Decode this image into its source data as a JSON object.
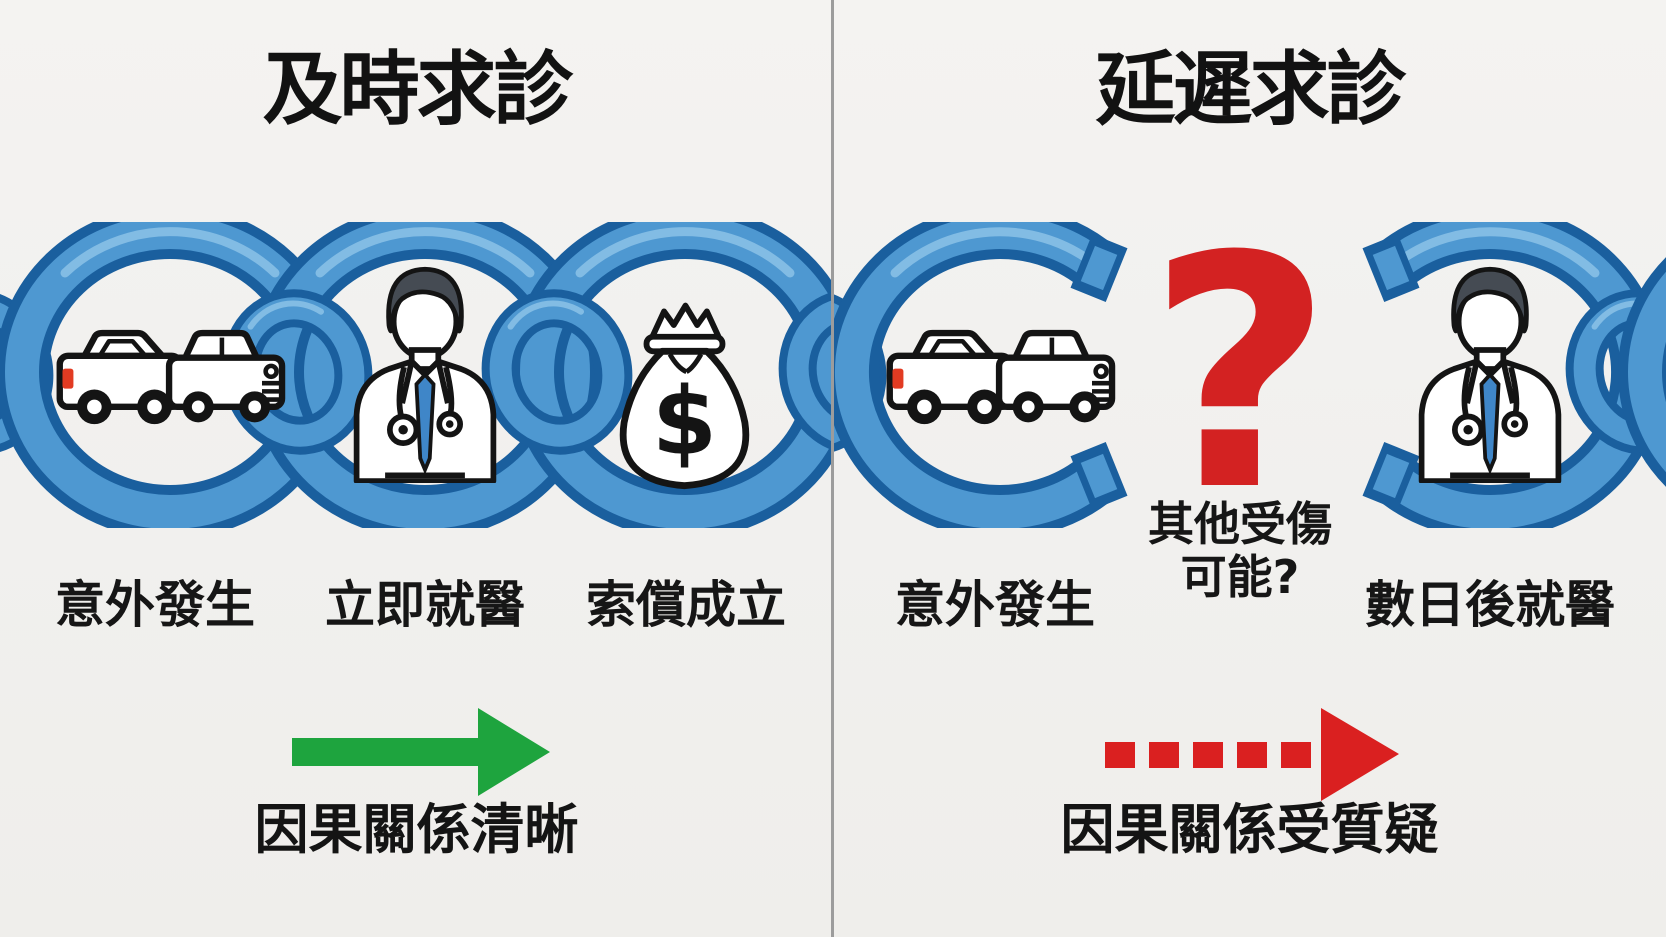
{
  "meta": {
    "background": "#f2f1ee",
    "divider_color": "#9c9c9c",
    "text_color": "#141414"
  },
  "chain": {
    "light": "#4e98d1",
    "dark": "#1a5f9e",
    "highlight": "#8cc2e8"
  },
  "panels": {
    "left": {
      "title": "及時求診",
      "steps": [
        {
          "label": "意外發生",
          "icon": "car-crash-icon"
        },
        {
          "label": "立即就醫",
          "icon": "doctor-icon"
        },
        {
          "label": "索償成立",
          "icon": "money-bag-icon"
        }
      ],
      "money_symbol": "$",
      "arrow": {
        "style": "solid",
        "color": "#1ea43e"
      },
      "caption": "因果關係清晰"
    },
    "right": {
      "title": "延遲求診",
      "steps": [
        {
          "label": "意外發生",
          "icon": "car-crash-icon"
        },
        {
          "label": "數日後就醫",
          "icon": "doctor-icon"
        }
      ],
      "gap": {
        "question_mark": "?",
        "note_line1": "其他受傷",
        "note_line2": "可能?",
        "color": "#d32222"
      },
      "arrow": {
        "style": "dashed",
        "color": "#da2020"
      },
      "caption": "因果關係受質疑"
    }
  }
}
